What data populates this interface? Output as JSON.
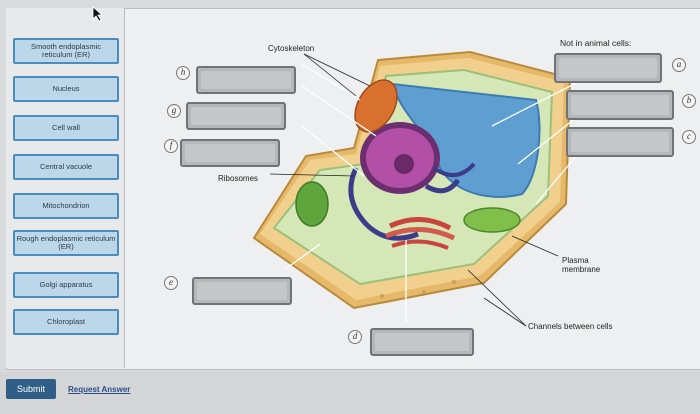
{
  "terms": [
    {
      "label": "Smooth endoplasmic reticulum (ER)"
    },
    {
      "label": "Nucleus"
    },
    {
      "label": "Cell wall"
    },
    {
      "label": "Central vacuole"
    },
    {
      "label": "Mitochondrion"
    },
    {
      "label": "Rough endoplasmic reticulum (ER)"
    },
    {
      "label": "Golgi apparatus"
    },
    {
      "label": "Chloroplast"
    }
  ],
  "labels": {
    "cytoskeleton": "Cytoskeleton",
    "ribosomes": "Ribosomes",
    "not_in_animal_cells": "Not in animal cells:",
    "plasma_membrane": "Plasma membrane",
    "channels": "Channels between cells"
  },
  "badges": {
    "a": "a",
    "b": "b",
    "c": "c",
    "d": "d",
    "e": "e",
    "f": "f",
    "g": "g",
    "h": "h"
  },
  "footer": {
    "submit": "Submit",
    "request_answer": "Request Answer"
  }
}
